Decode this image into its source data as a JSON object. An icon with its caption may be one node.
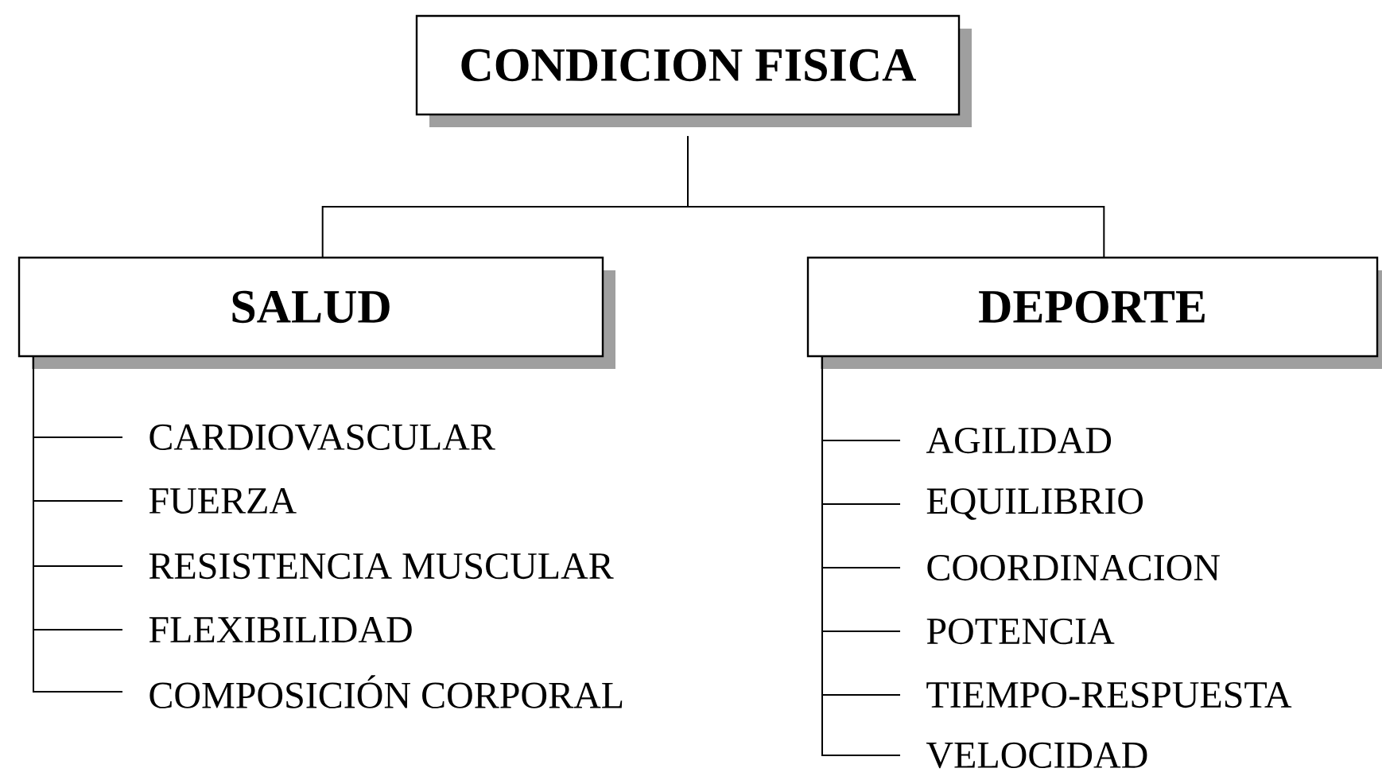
{
  "diagram": {
    "nodes": [
      {
        "text": [
          "CONDICION FISICA"
        ]
      },
      {
        "text": [
          "SALUD"
        ]
      },
      {
        "text": [
          "DEPORTE"
        ]
      },
      {
        "text": [
          "CARDIOVASCULAR"
        ]
      },
      {
        "text": [
          "FUERZA"
        ]
      },
      {
        "text": [
          "RESISTENCIA MUSCULAR"
        ]
      },
      {
        "text": [
          "FLEXIBILIDAD"
        ]
      },
      {
        "text": [
          "COMPOSICIÓN CORPORAL"
        ]
      },
      {
        "text": [
          "AGILIDAD"
        ]
      },
      {
        "text": [
          "EQUILIBRIO"
        ]
      },
      {
        "text": [
          "COORDINACION"
        ]
      },
      {
        "text": [
          "POTENCIA"
        ]
      },
      {
        "text": [
          "TIEMPO-RESPUESTA"
        ]
      },
      {
        "text": [
          "VELOCIDAD"
        ]
      }
    ],
    "edges": [
      {
        "from": 0,
        "to": 1,
        "arrow": "none"
      },
      {
        "from": 0,
        "to": 2,
        "arrow": "none"
      },
      {
        "from": 1,
        "to": 3,
        "arrow": "none"
      },
      {
        "from": 1,
        "to": 4,
        "arrow": "none"
      },
      {
        "from": 1,
        "to": 5,
        "arrow": "none"
      },
      {
        "from": 1,
        "to": 6,
        "arrow": "none"
      },
      {
        "from": 1,
        "to": 7,
        "arrow": "none"
      },
      {
        "from": 2,
        "to": 8,
        "arrow": "none"
      },
      {
        "from": 2,
        "to": 9,
        "arrow": "none"
      },
      {
        "from": 2,
        "to": 10,
        "arrow": "none"
      },
      {
        "from": 2,
        "to": 11,
        "arrow": "none"
      },
      {
        "from": 2,
        "to": 12,
        "arrow": "none"
      },
      {
        "from": 2,
        "to": 13,
        "arrow": "none"
      }
    ]
  }
}
